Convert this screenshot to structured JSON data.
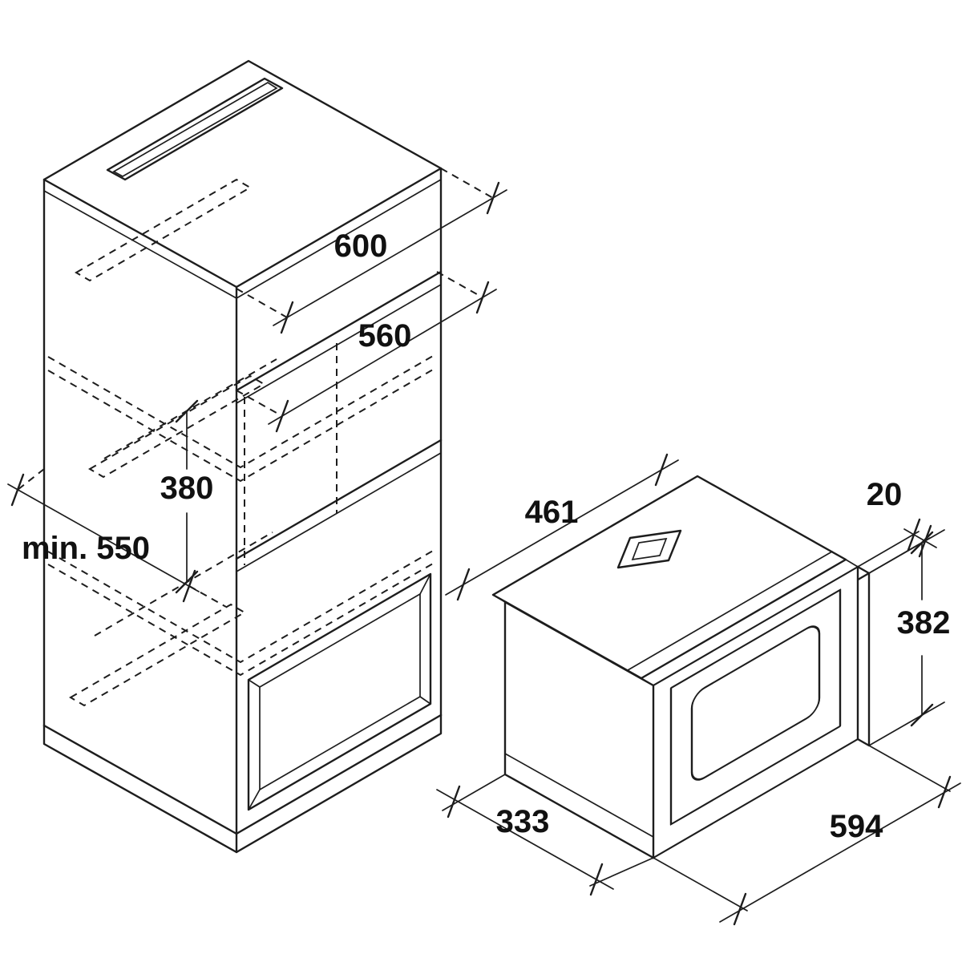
{
  "diagram": {
    "cabinet": {
      "dim_width": "600",
      "dim_inner_width": "560",
      "dim_niche_height": "380",
      "dim_min_depth": "min. 550"
    },
    "oven": {
      "dim_body_width": "461",
      "dim_trim_gap": "20",
      "dim_height": "382",
      "dim_body_depth": "333",
      "dim_width": "594"
    }
  }
}
